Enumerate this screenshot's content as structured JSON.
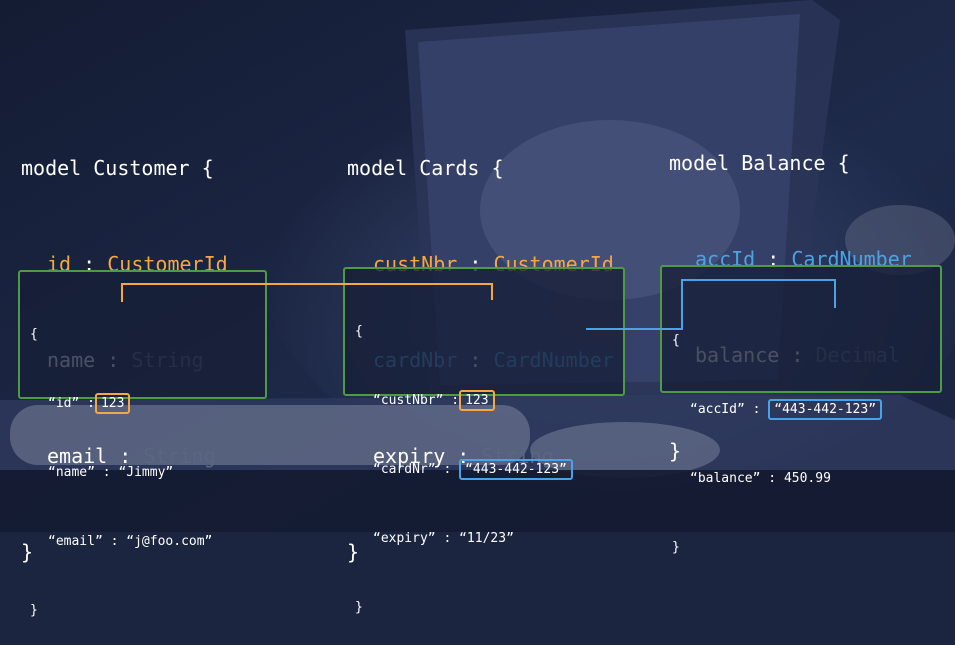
{
  "models": [
    {
      "keyword": "model",
      "name": "Customer",
      "open": "{",
      "close": "}",
      "fields": [
        {
          "name": "id",
          "sep": ":",
          "type": "CustomerId",
          "color": "#f5a742"
        },
        {
          "name": "name",
          "sep": ":",
          "type": "String",
          "color": "#ffffff"
        },
        {
          "name": "email",
          "sep": ":",
          "type": "String",
          "color": "#ffffff"
        }
      ]
    },
    {
      "keyword": "model",
      "name": "Cards",
      "open": "{",
      "close": "}",
      "fields": [
        {
          "name": "custNbr",
          "sep": ":",
          "type": "CustomerId",
          "color": "#f5a742"
        },
        {
          "name": "cardNbr",
          "sep": ":",
          "type": "CardNumber",
          "color": "#4aa3e6"
        },
        {
          "name": "expiry",
          "sep": ":",
          "type": "String",
          "color": "#ffffff"
        }
      ]
    },
    {
      "keyword": "model",
      "name": "Balance",
      "open": "{",
      "close": "}",
      "fields": [
        {
          "name": "accId",
          "sep": ":",
          "type": "CardNumber",
          "color": "#4aa3e6"
        },
        {
          "name": "balance",
          "sep": ":",
          "type": "Decimal",
          "color": "#ffffff"
        }
      ]
    }
  ],
  "instances": [
    {
      "open": "{",
      "close": "}",
      "rows": [
        {
          "key": "“id”",
          "sep": ":",
          "value": "123"
        },
        {
          "key": "“name”",
          "sep": ":",
          "value": "“Jimmy”"
        },
        {
          "key": "“email”",
          "sep": ":",
          "value": "“j@foo.com”"
        }
      ]
    },
    {
      "open": "{",
      "close": "}",
      "rows": [
        {
          "key": "“custNbr”",
          "sep": ":",
          "value": "123"
        },
        {
          "key": "“cardNr”",
          "sep": ":",
          "value": "“443-442-123”"
        },
        {
          "key": "“expiry”",
          "sep": ":",
          "value": "“11/23”"
        }
      ]
    },
    {
      "open": "{",
      "close": "}",
      "rows": [
        {
          "key": "“accId”",
          "sep": ":",
          "value": "“443-442-123”"
        },
        {
          "key": "“balance”",
          "sep": ":",
          "value": "450.99"
        }
      ]
    }
  ],
  "colors": {
    "customer_id": "#f5a742",
    "card_number": "#4aa3e6",
    "panel_border": "#4f9a45",
    "dim_type": "#5b6680",
    "background": "#1b2540"
  }
}
